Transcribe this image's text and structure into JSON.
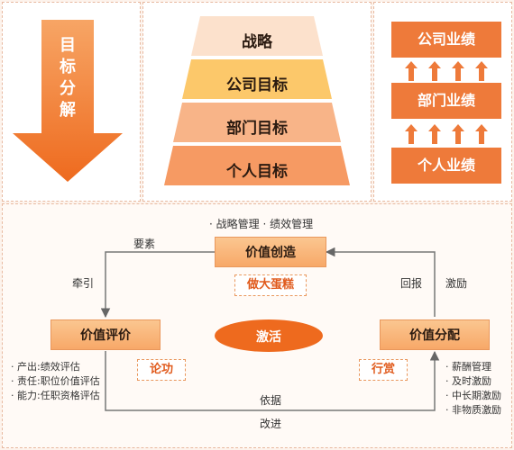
{
  "left_panel": {
    "arrow_text_chars": [
      "目",
      "标",
      "分",
      "解"
    ]
  },
  "pyramid": {
    "levels": [
      "战略",
      "公司目标",
      "部门目标",
      "个人目标"
    ]
  },
  "performance_stack": {
    "top": "公司业绩",
    "middle": "部门业绩",
    "bottom": "个人业绩"
  },
  "cycle": {
    "value_creation": "价值创造",
    "value_creation_tag": "做大蛋糕",
    "value_creation_notes": "· 战略管理 · 绩效管理",
    "value_evaluation": "价值评价",
    "value_evaluation_tag": "论功",
    "value_evaluation_notes": [
      "· 产出:绩效评估",
      "· 责任:职位价值评估",
      "· 能力:任职资格评估"
    ],
    "value_distribution": "价值分配",
    "value_distribution_tag": "行赏",
    "value_distribution_notes": [
      "· 薪酬管理",
      "· 及时激励",
      "· 中长期激励",
      "· 非物质激励"
    ],
    "center": "激活",
    "edge_labels": {
      "top_left": "要素",
      "left": "牵引",
      "right_a": "回报",
      "right_b": "激励",
      "bottom_top": "依据",
      "bottom_under": "改进"
    }
  }
}
